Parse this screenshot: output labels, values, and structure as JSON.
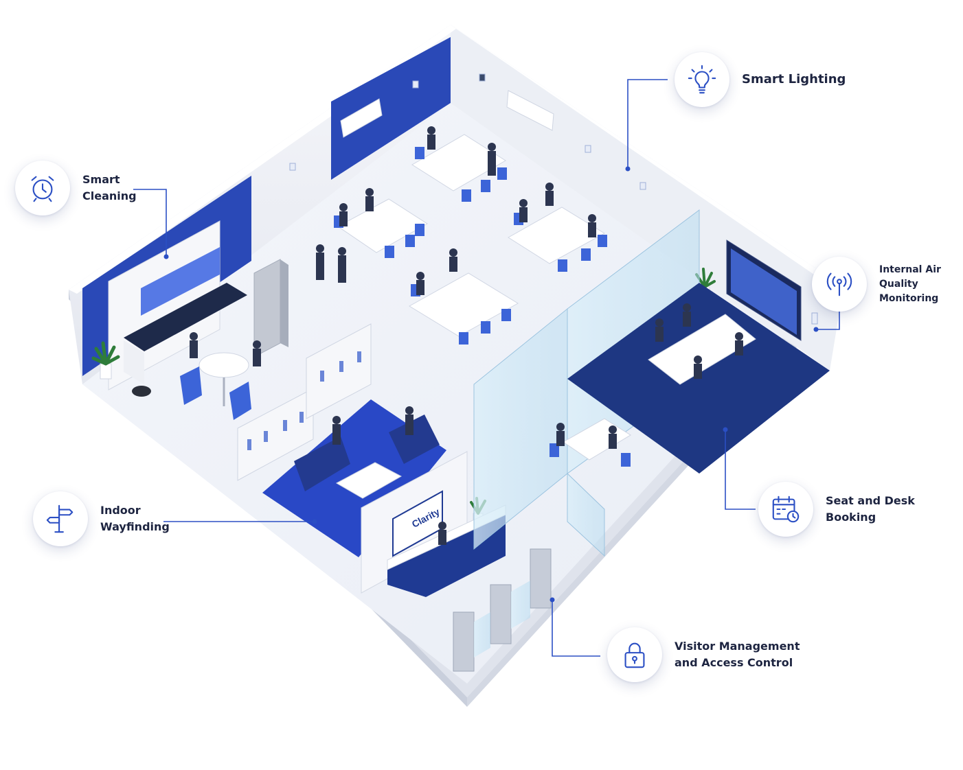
{
  "colors": {
    "accent": "#2b4fc4",
    "navy": "#1f3a93",
    "deep_navy": "#17296b",
    "text": "#1d2440",
    "glass": "#cfe6f4"
  },
  "callouts": [
    {
      "id": "smart-lighting",
      "label": "Smart Lighting",
      "icon": "lightbulb-icon"
    },
    {
      "id": "smart-cleaning",
      "label": "Smart\nCleaning",
      "icon": "alarm-clock-icon"
    },
    {
      "id": "air-quality",
      "label": "Internal Air Quality\nMonitoring",
      "icon": "signal-sensor-icon"
    },
    {
      "id": "wayfinding",
      "label": "Indoor\nWayfinding",
      "icon": "signpost-icon"
    },
    {
      "id": "desk-booking",
      "label": "Seat and Desk\nBooking",
      "icon": "calendar-clock-icon"
    },
    {
      "id": "access-control",
      "label": "Visitor Management\nand Access Control",
      "icon": "padlock-icon"
    }
  ],
  "reception": {
    "logo_text": "Clarity"
  }
}
